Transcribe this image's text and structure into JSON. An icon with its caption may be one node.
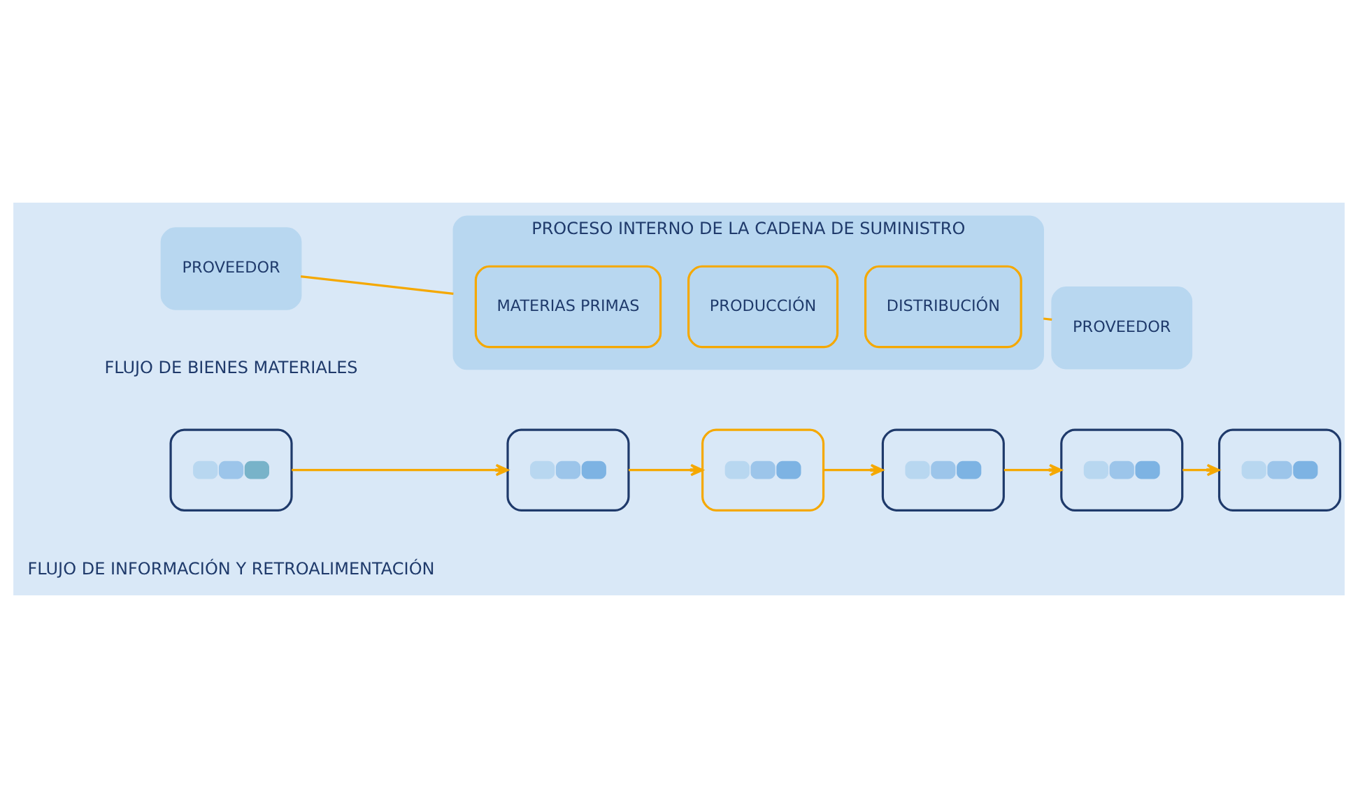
{
  "diagram": {
    "nodes": [
      {
        "text": [
          "PROVEEDOR"
        ]
      },
      {
        "text": [
          "PROCESO INTERNO DE LA CADENA DE SUMINISTRO"
        ]
      },
      {
        "text": [
          "MATERIAS PRIMAS"
        ],
        "in": 1
      },
      {
        "text": [
          "PRODUCCIÓN"
        ],
        "in": 1
      },
      {
        "text": [
          "DISTRIBUCIÓN"
        ],
        "in": 1
      },
      {
        "text": [
          "PROVEEDOR"
        ]
      },
      {
        "text": [],
        "shape": "box"
      },
      {
        "text": [],
        "shape": "box"
      },
      {
        "text": [],
        "shape": "box"
      },
      {
        "text": [],
        "shape": "box"
      },
      {
        "text": [],
        "shape": "box"
      },
      {
        "text": [],
        "shape": "box"
      }
    ],
    "edges": [
      {
        "from": 0,
        "to": 1,
        "arrow": "none"
      },
      {
        "from": 1,
        "to": 5,
        "arrow": "none"
      },
      {
        "from": 6,
        "to": 7,
        "arrow": "to"
      },
      {
        "from": 7,
        "to": 8,
        "arrow": "to"
      },
      {
        "from": 8,
        "to": 9,
        "arrow": "to"
      },
      {
        "from": 9,
        "to": 10,
        "arrow": "to"
      },
      {
        "from": 10,
        "to": 11,
        "arrow": "to"
      }
    ],
    "labels": [
      "FLUJO DE BIENES MATERIALES",
      "FLUJO DE INFORMACIÓN Y RETROALIMENTACIÓN"
    ]
  }
}
